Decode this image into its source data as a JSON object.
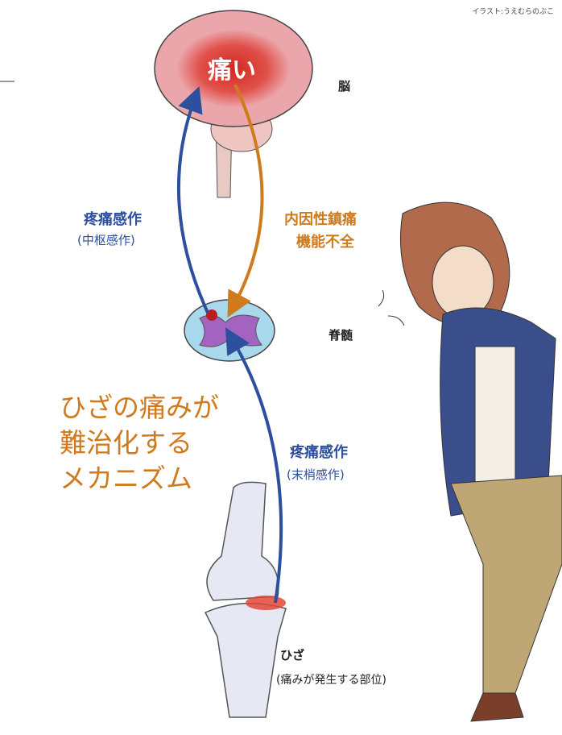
{
  "credit": "イラスト:うえむらのぶこ",
  "brain": {
    "pain_label": "痛い",
    "label": "脳"
  },
  "central": {
    "title": "疼痛感作",
    "sub": "(中枢感作)"
  },
  "descending": {
    "line1": "内因性鎮痛",
    "line2": "機能不全"
  },
  "spinal_cord": {
    "label": "脊髄"
  },
  "headline": {
    "line1": "ひざの痛みが",
    "line2": "難治化する",
    "line3": "メカニズム"
  },
  "peripheral": {
    "title": "疼痛感作",
    "sub": "(末梢感作)"
  },
  "knee": {
    "label": "ひざ",
    "sub": "(痛みが発生する部位)"
  },
  "colors": {
    "blue": "#2c4f9e",
    "orange": "#d07a1e",
    "pain": "#d63a2a"
  }
}
